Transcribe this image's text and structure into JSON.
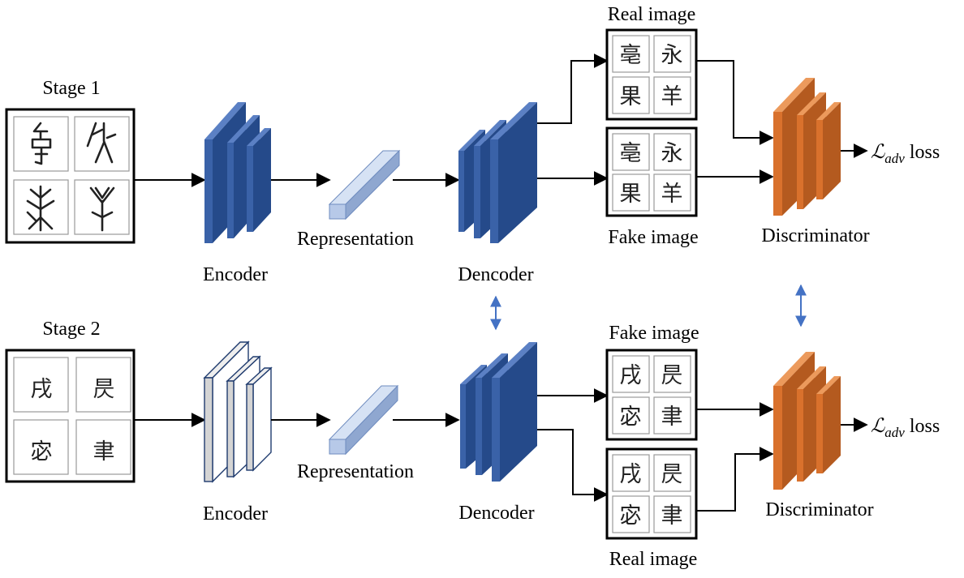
{
  "stage1": {
    "title": "Stage 1",
    "encoder_label": "Encoder",
    "representation_label": "Representation",
    "decoder_label": "Dencoder",
    "top_image_label": "Real image",
    "bottom_image_label": "Fake image",
    "top_image_glyphs": [
      "亳",
      "永",
      "果",
      "羊"
    ],
    "bottom_image_glyphs": [
      "亳",
      "永",
      "果",
      "羊"
    ],
    "discriminator_label": "Discriminator",
    "loss_symbol": "ℒ",
    "loss_subscript": "adv",
    "loss_word": "loss"
  },
  "stage2": {
    "title": "Stage 2",
    "input_glyphs": [
      "戌",
      "昃",
      "宓",
      "聿"
    ],
    "encoder_label": "Encoder",
    "representation_label": "Representation",
    "decoder_label": "Dencoder",
    "top_image_label": "Fake image",
    "bottom_image_label": "Real image",
    "top_image_glyphs": [
      "戌",
      "昃",
      "宓",
      "聿"
    ],
    "bottom_image_glyphs": [
      "戌",
      "昃",
      "宓",
      "聿"
    ],
    "discriminator_label": "Discriminator",
    "loss_symbol": "ℒ",
    "loss_subscript": "adv",
    "loss_word": "loss"
  },
  "colors": {
    "encoder_blue_front": "#3a62a8",
    "encoder_blue_top": "#5b80c4",
    "encoder_blue_side": "#254a8a",
    "encoder_grey_front": "#d4d4d4",
    "encoder_grey_top": "#eeeeee",
    "representation_front": "#b7c9e8",
    "representation_top": "#d6e2f4",
    "representation_side": "#8fa7d0",
    "discriminator_front": "#d9712c",
    "discriminator_top": "#ec9a5c",
    "discriminator_side": "#b45a1f",
    "link_arrow": "#4472c4"
  }
}
